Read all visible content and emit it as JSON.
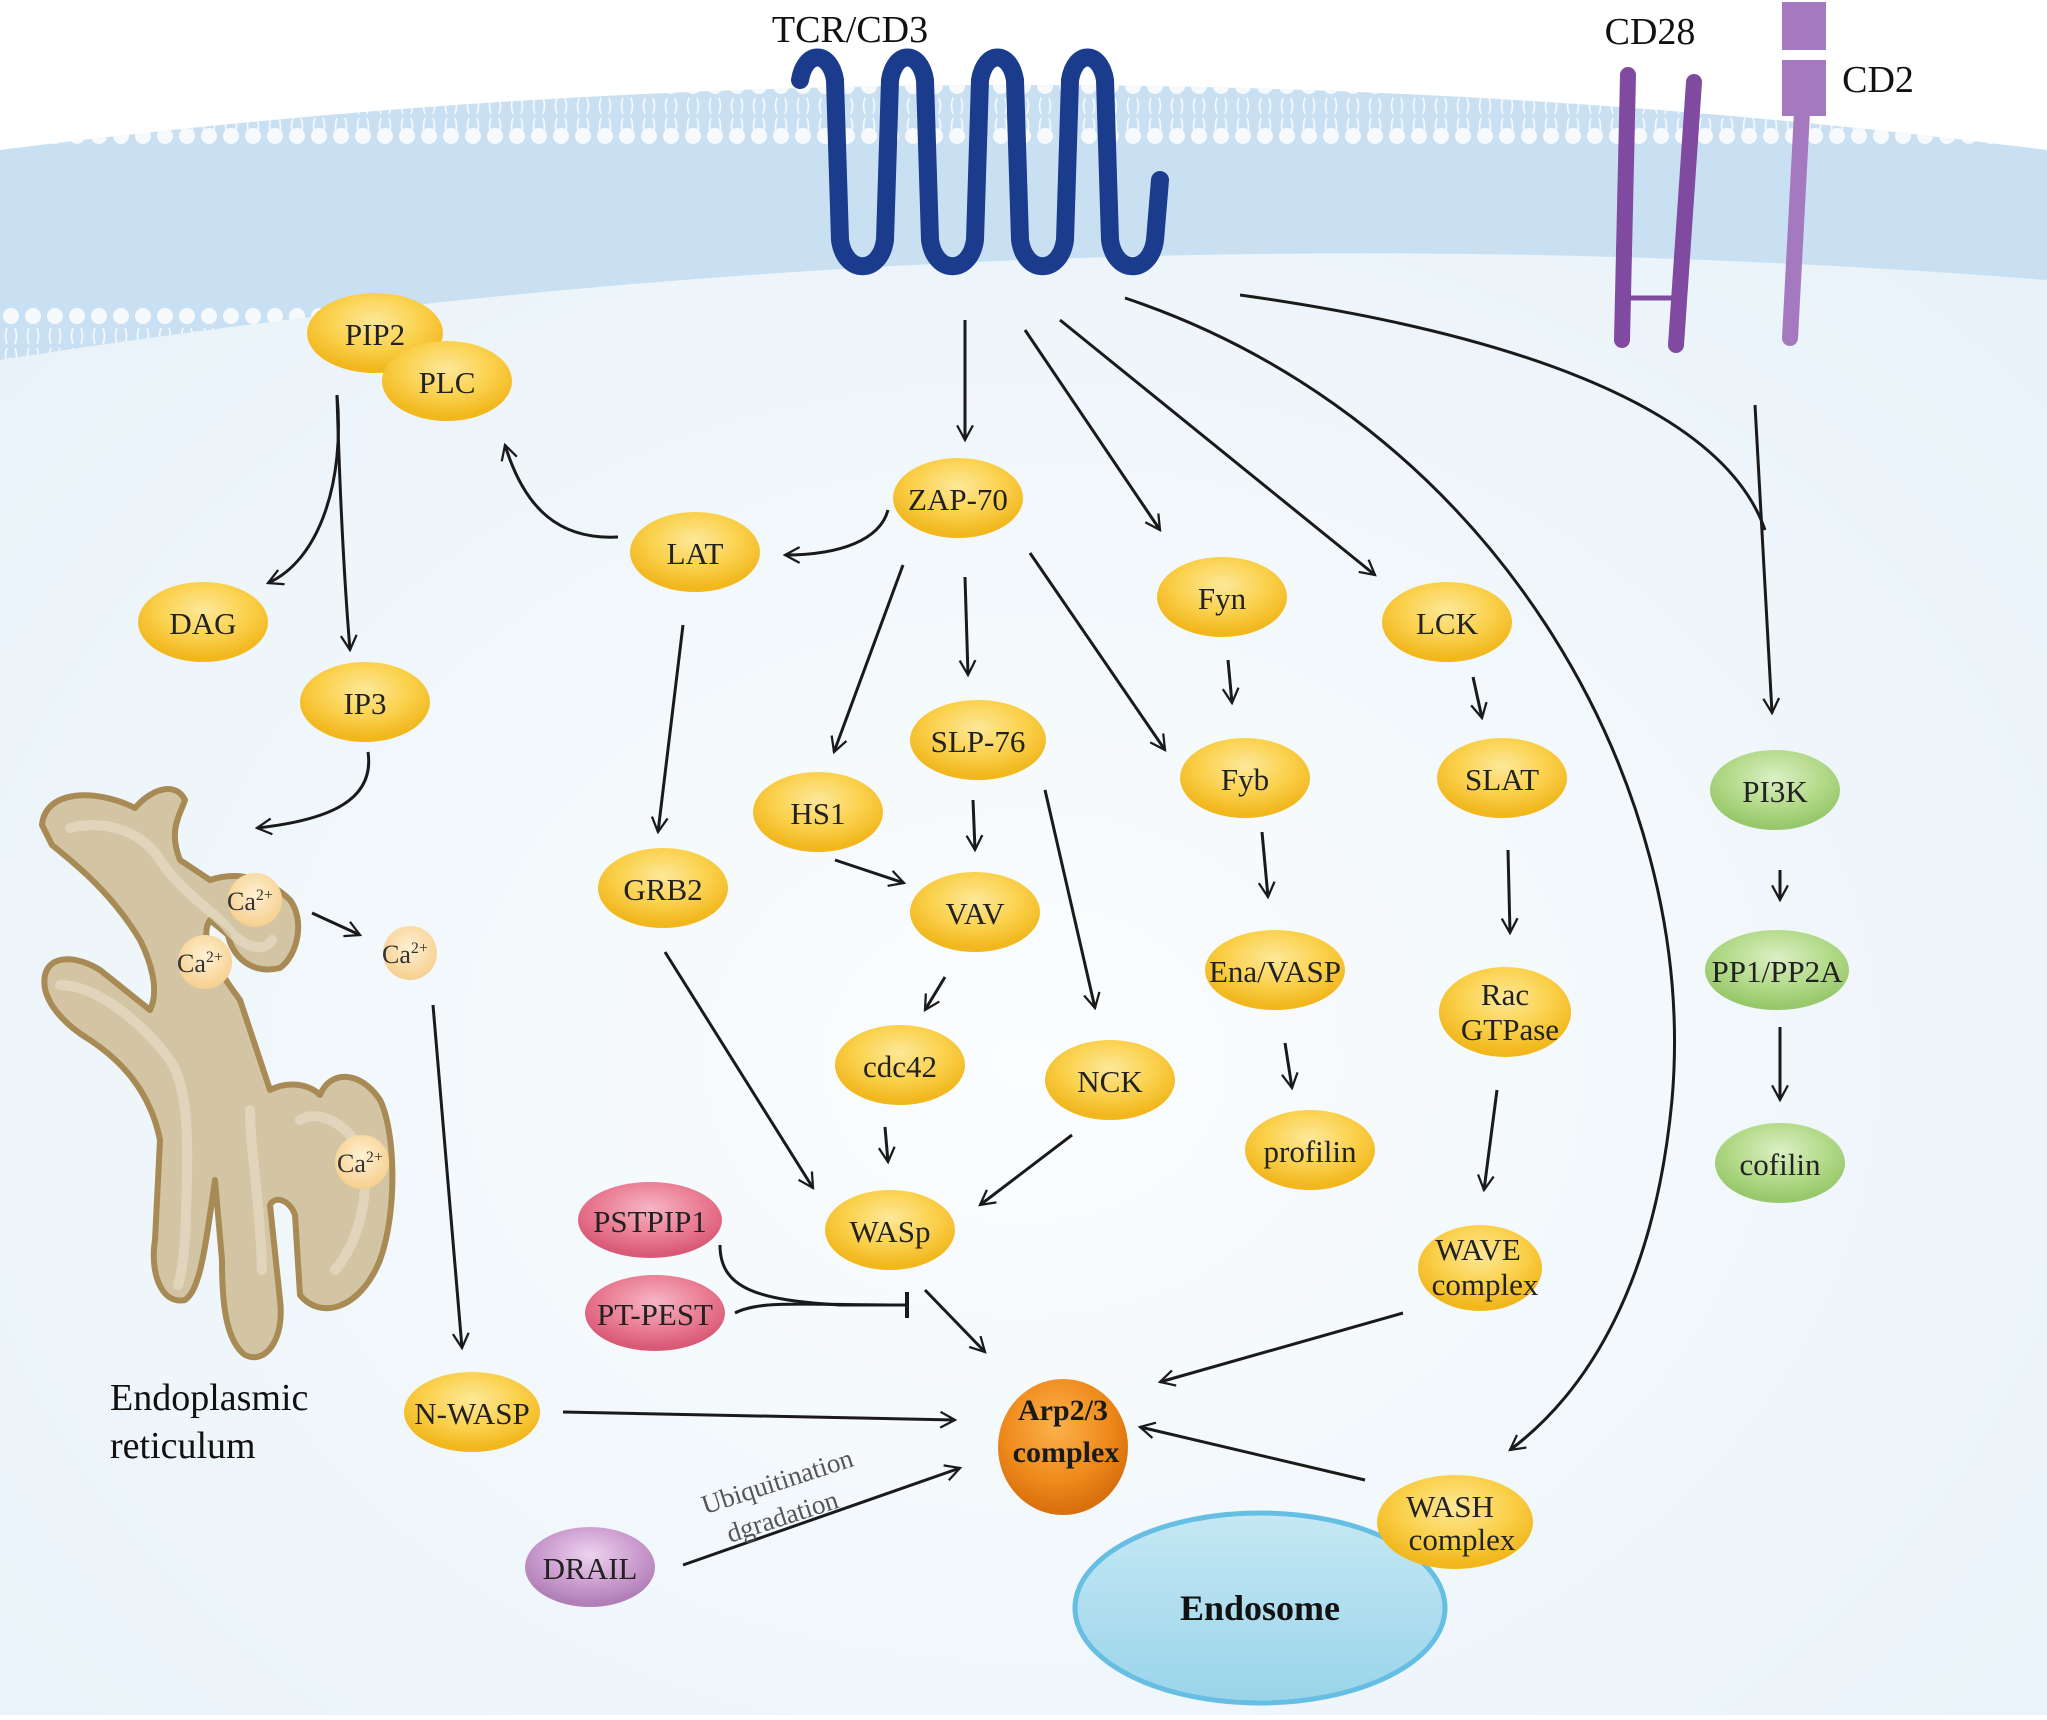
{
  "receptors": {
    "tcr": "TCR/CD3",
    "cd28": "CD28",
    "cd2": "CD2"
  },
  "nodes": {
    "pip2": "PIP2",
    "plc": "PLC",
    "dag": "DAG",
    "ip3": "IP3",
    "lat": "LAT",
    "zap70": "ZAP-70",
    "fyn": "Fyn",
    "lck": "LCK",
    "grb2": "GRB2",
    "hs1": "HS1",
    "slp76": "SLP-76",
    "vav": "VAV",
    "fyb": "Fyb",
    "slat": "SLAT",
    "enavasp": "Ena/VASP",
    "rac_line1": "Rac",
    "rac_line2": "GTPase",
    "cdc42": "cdc42",
    "nck": "NCK",
    "profilin": "profilin",
    "wasp": "WASp",
    "wave_line1": "WAVE",
    "wave_line2": "complex",
    "pstpip1": "PSTPIP1",
    "ptpest": "PT-PEST",
    "nwasp": "N-WASP",
    "arp_line1": "Arp2/3",
    "arp_line2": "complex",
    "drail": "DRAIL",
    "wash_line1": "WASH",
    "wash_line2": "complex",
    "pi3k": "PI3K",
    "pp1pp2a": "PP1/PP2A",
    "cofilin": "cofilin"
  },
  "calcium": {
    "base": "Ca",
    "superscript": "2+"
  },
  "organelles": {
    "er_line1": "Endoplasmic",
    "er_line2": "reticulum",
    "endosome": "Endosome"
  },
  "edge_labels": {
    "ubiq_line1": "Ubiquitination",
    "ubiq_line2": "dgradation"
  },
  "colors": {
    "yellow_node": "#fbcf45",
    "pink_node": "#e8718a",
    "purple_node": "#c592c9",
    "green_node": "#a8d27c",
    "arp_node": "#ee8a1e",
    "tcr_receptor": "#1b3b8d",
    "cd28_cd2": "#8a55a8",
    "er_fill": "#d3c5a4",
    "endosome": "#a9dcee",
    "membrane": "#c7def0"
  }
}
